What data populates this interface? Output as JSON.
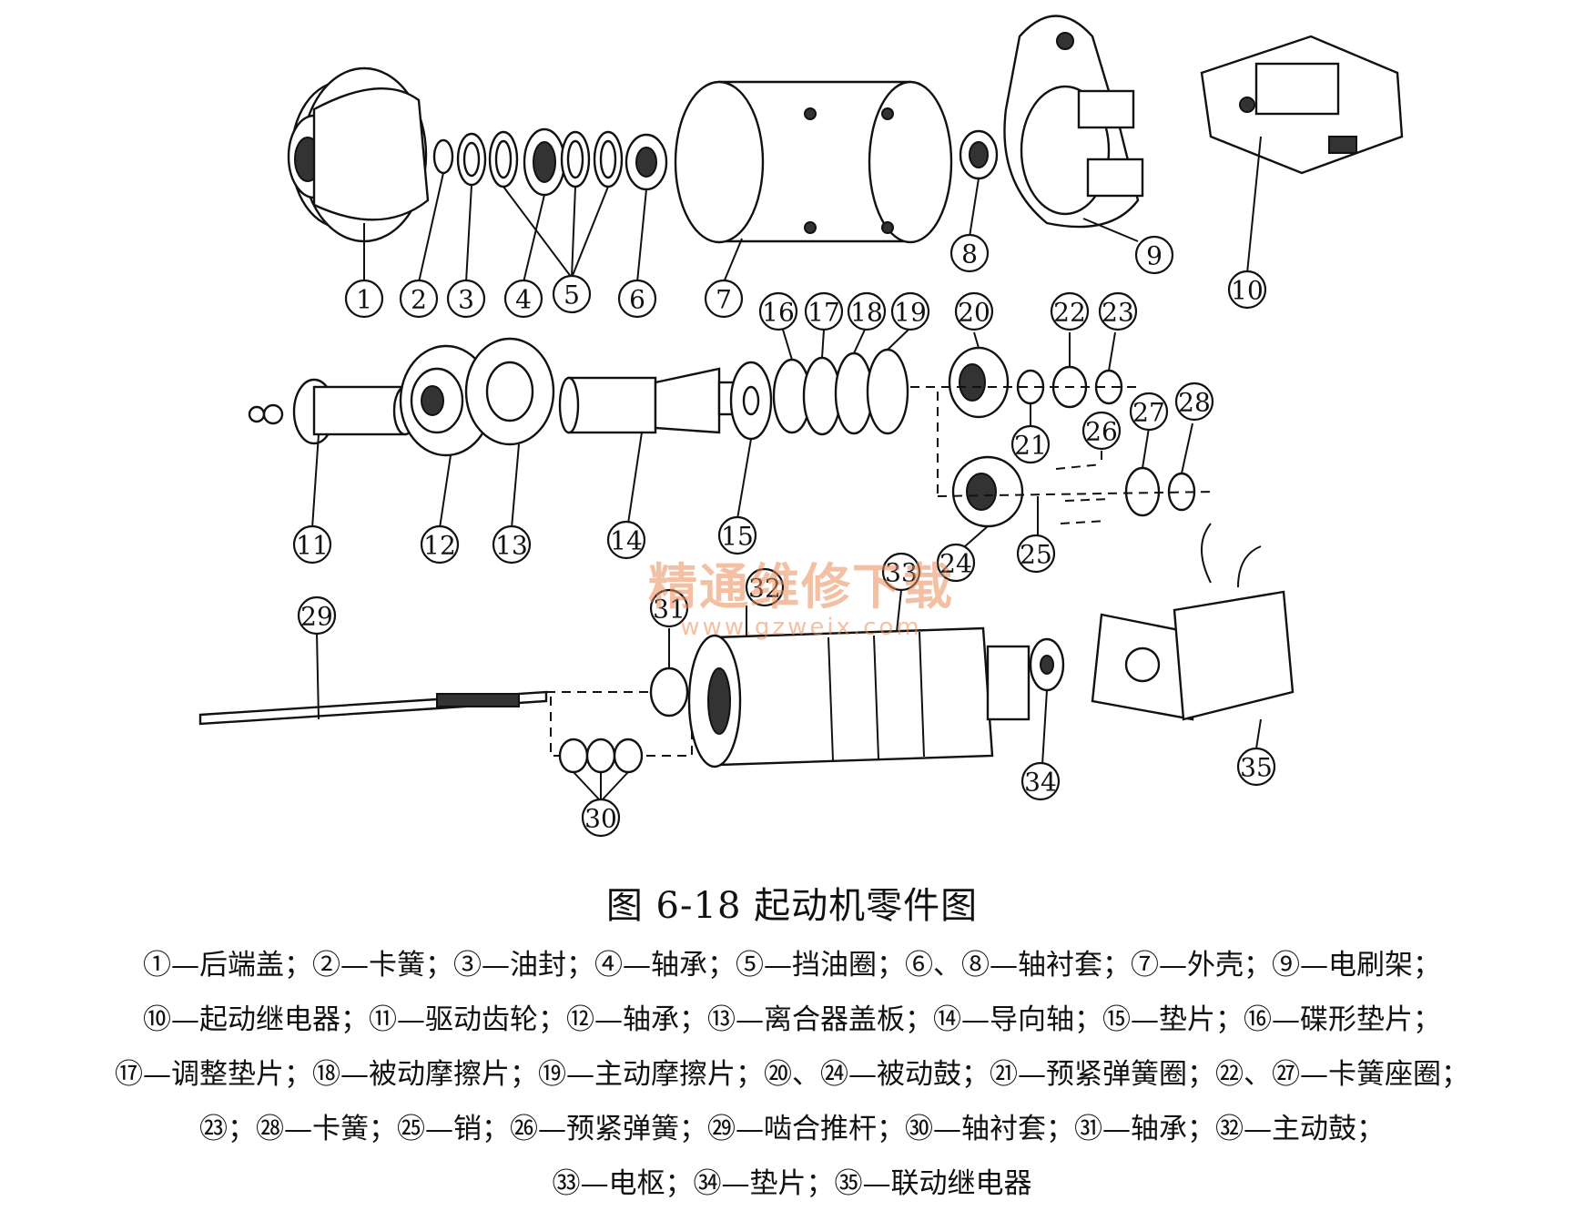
{
  "figure": {
    "caption": "图 6-18    起动机零件图",
    "watermark": {
      "text": "精通维修下载",
      "url": "www.gzweix.com"
    },
    "part_numbers": [
      "1",
      "2",
      "3",
      "4",
      "5",
      "6",
      "7",
      "8",
      "9",
      "10",
      "11",
      "12",
      "13",
      "14",
      "15",
      "16",
      "17",
      "18",
      "19",
      "20",
      "21",
      "22",
      "23",
      "24",
      "25",
      "26",
      "27",
      "28",
      "29",
      "30",
      "31",
      "32",
      "33",
      "34",
      "35"
    ]
  },
  "legend": [
    "①—后端盖；②—卡簧；③—油封；④—轴承；⑤—挡油圈；⑥、⑧—轴衬套；⑦—外壳；⑨—电刷架；",
    "⑩—起动继电器；⑪—驱动齿轮；⑫—轴承；⑬—离合器盖板；⑭—导向轴；⑮—垫片；⑯—碟形垫片；",
    "⑰—调整垫片；⑱—被动摩擦片；⑲—主动摩擦片；⑳、㉔—被动鼓；㉑—预紧弹簧圈；㉒、㉗—卡簧座圈；",
    "㉓；㉘—卡簧；㉕—销；㉖—预紧弹簧；㉙—啮合推杆；㉚—轴衬套；㉛—轴承；㉜—主动鼓；",
    "㉝—电枢；㉞—垫片；㉟—联动继电器"
  ]
}
